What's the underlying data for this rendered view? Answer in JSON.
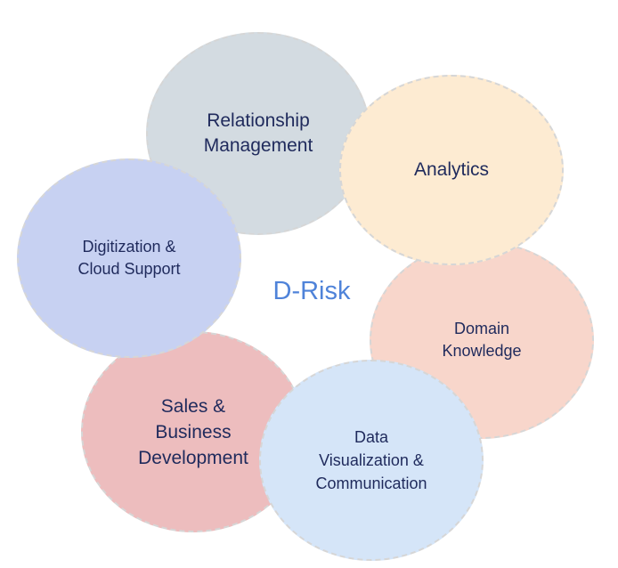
{
  "diagram": {
    "center_label": "D-Risk",
    "bubbles": [
      {
        "label": "Relationship\nManagement",
        "color": "#d3dbe1"
      },
      {
        "label": "Analytics",
        "color": "#fdebd2"
      },
      {
        "label": "Digitization &\nCloud Support",
        "color": "#c7d1f2"
      },
      {
        "label": "Domain\nKnowledge",
        "color": "#f8d6cb"
      },
      {
        "label": "Sales &\nBusiness\nDevelopment",
        "color": "#edbdbe"
      },
      {
        "label": "Data\nVisualization &\nCommunication",
        "color": "#d5e5f8"
      }
    ],
    "center_color": "#4f83d9",
    "text_color": "#1f2a5c",
    "outline_color": "#d6d6d6"
  }
}
